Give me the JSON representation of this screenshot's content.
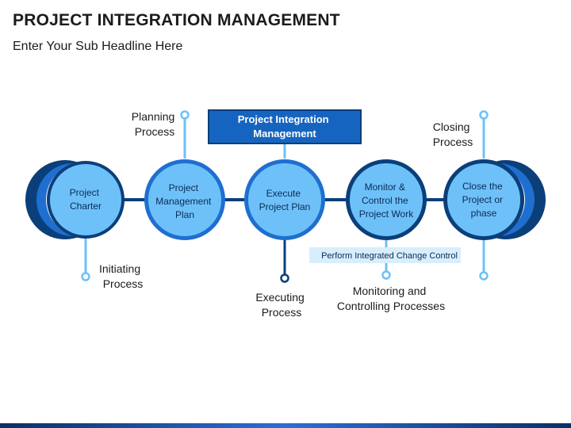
{
  "header": {
    "title": "PROJECT INTEGRATION MANAGEMENT",
    "subtitle": "Enter Your Sub Headline Here"
  },
  "colors": {
    "dark_blue": "#0b3f7a",
    "mid_blue": "#1e6fd0",
    "light_blue": "#6ec1f8",
    "connector": "#6ec1f8",
    "box_fill": "#1565c0",
    "pale_box": "#d9eefc"
  },
  "diagram": {
    "top_box": [
      "Project Integration",
      "Management"
    ],
    "change_control_box": "Perform Integrated Change Control",
    "circles": [
      {
        "lines": [
          "Project",
          "Charter"
        ]
      },
      {
        "lines": [
          "Project",
          "Management",
          "Plan"
        ]
      },
      {
        "lines": [
          "Execute",
          "Project Plan"
        ]
      },
      {
        "lines": [
          "Monitor &",
          "Control the",
          "Project Work"
        ]
      },
      {
        "lines": [
          "Close the",
          "Project or",
          "phase"
        ]
      }
    ],
    "captions": {
      "initiating": [
        "Initiating",
        "Process"
      ],
      "planning": [
        "Planning",
        "Process"
      ],
      "executing": [
        "Executing",
        "Process"
      ],
      "monitoring": [
        "Monitoring and",
        "Controlling Processes"
      ],
      "closing": [
        "Closing",
        "Process"
      ]
    }
  }
}
